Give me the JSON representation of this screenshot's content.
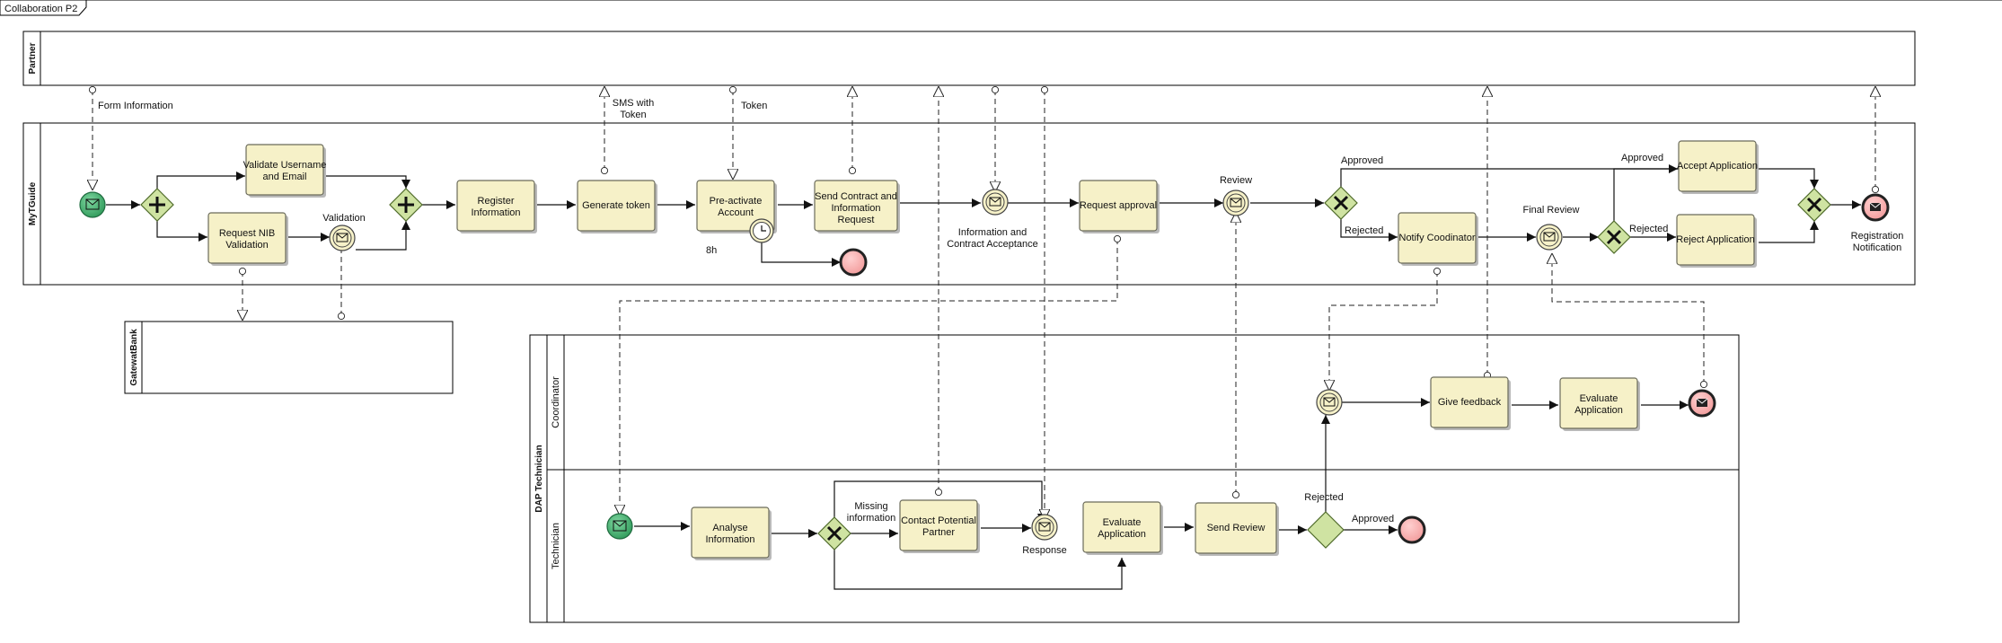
{
  "frame_title": "Collaboration P2",
  "pools": {
    "partner": "Partner",
    "mytguide": "MyTGuide",
    "gateway": "GatewatBank",
    "dap": "DAP Technician",
    "coordinator": "Coordinator",
    "technician": "Technician"
  },
  "tasks": {
    "validate": [
      "Validate Username",
      "and Email"
    ],
    "nib": [
      "Request NIB",
      "Validation"
    ],
    "register": [
      "Register",
      "Information"
    ],
    "token": [
      "Generate token"
    ],
    "preactivate": [
      "Pre-activate",
      "Account"
    ],
    "contract": [
      "Send Contract and",
      "Information",
      "Request"
    ],
    "approval": [
      "Request approval"
    ],
    "notify": [
      "Notify Coodinator"
    ],
    "accept": [
      "Accept Application"
    ],
    "reject": [
      "Reject Application"
    ],
    "feedback": [
      "Give feedback"
    ],
    "evalc": [
      "Evaluate",
      "Application"
    ],
    "analyse": [
      "Analyse",
      "Information"
    ],
    "contactp": [
      "Contact Potential",
      "Partner"
    ],
    "evalt": [
      "Evaluate",
      "Application"
    ],
    "sendreview": [
      "Send Review"
    ]
  },
  "labels": {
    "form_info": "Form Information",
    "sms": [
      "SMS with",
      "Token"
    ],
    "token": "Token",
    "validation": "Validation",
    "eight_h": "8h",
    "info_contract": [
      "Information and",
      "Contract Acceptance"
    ],
    "review": "Review",
    "approved1": "Approved",
    "rejected1": "Rejected",
    "final_review": "Final Review",
    "approved2": "Approved",
    "rejected2": "Rejected",
    "reg_notif": [
      "Registration",
      "Notification"
    ],
    "missing": [
      "Missing",
      "information"
    ],
    "response": "Response",
    "rejected3": "Rejected",
    "approved3": "Approved"
  }
}
